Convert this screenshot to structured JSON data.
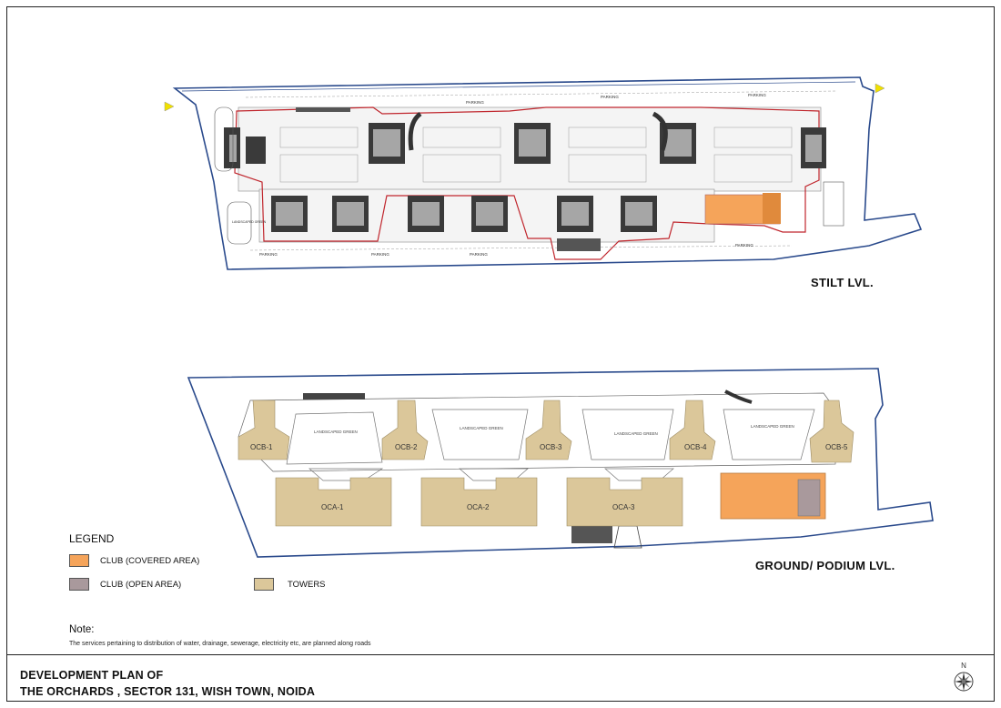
{
  "stilt_level_label": "STILT LVL.",
  "ground_level_label": "GROUND/ PODIUM LVL.",
  "stilt_labels": {
    "parking": "PARKING",
    "landscaped_green": "LANDSCAPED GREEN"
  },
  "towers": {
    "ocb": [
      "OCB-1",
      "OCB-2",
      "OCB-3",
      "OCB-4",
      "OCB-5"
    ],
    "oca": [
      "OCA-1",
      "OCA-2",
      "OCA-3"
    ]
  },
  "ground_labels": {
    "landscaped_green": "LANDSCAPED GREEN"
  },
  "legend": {
    "title": "LEGEND",
    "items": [
      {
        "label": "CLUB (COVERED AREA)",
        "color": "#f5a45a"
      },
      {
        "label": "CLUB  (OPEN AREA)",
        "color": "#a9999c"
      },
      {
        "label": "TOWERS",
        "color": "#dbc79a"
      }
    ]
  },
  "note": {
    "title": "Note:",
    "text": "The services pertaining to distribution of water, drainage, sewerage, electricity etc, are planned along roads"
  },
  "title": {
    "line1": "DEVELOPMENT PLAN OF",
    "line2": "THE ORCHARDS , SECTOR 131, WISH TOWN, NOIDA"
  },
  "north_label": "N",
  "colors": {
    "boundary": "#2a4a8c",
    "red_outline": "#c0262d",
    "club_covered": "#f5a45a",
    "club_open": "#a9999c",
    "tower": "#dbc79a"
  }
}
